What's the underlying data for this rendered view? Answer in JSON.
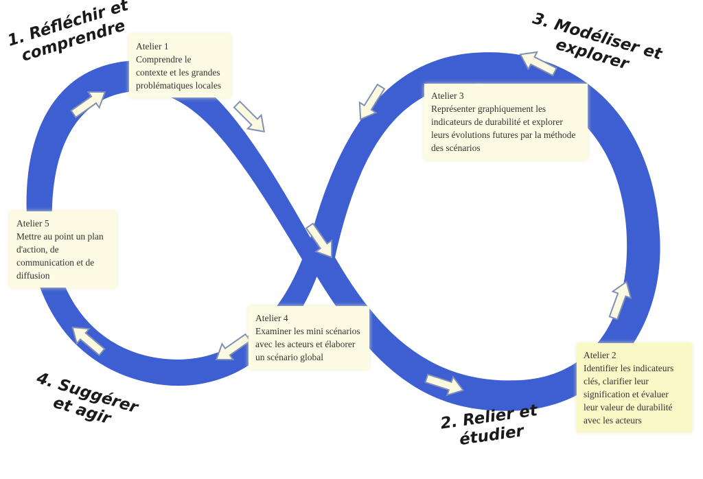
{
  "stages": {
    "stage1": {
      "line1": "1. Réfléchir et",
      "line2": "comprendre"
    },
    "stage2": {
      "line1": "2. Relier et",
      "line2": "étudier"
    },
    "stage3": {
      "line1": "3. Modéliser et",
      "line2": "explorer"
    },
    "stage4": {
      "line1": "4. Suggérer",
      "line2": "et agir"
    }
  },
  "workshops": {
    "w1": {
      "title": "Atelier 1",
      "text": "Comprendre le contexte et les grandes problématiques locales"
    },
    "w2": {
      "title": "Atelier 2",
      "text": "Identifier les indicateurs clés, clarifier leur signification et évaluer leur valeur de durabilité avec les acteurs"
    },
    "w3": {
      "title": "Atelier 3",
      "text": "Représenter graphiquement les indicateurs de durabilité et explorer leurs évolutions futures par la méthode des scénarios"
    },
    "w4": {
      "title": "Atelier 4",
      "text": "Examiner les mini scénarios avec les acteurs et élaborer un scénario global"
    },
    "w5": {
      "title": "Atelier 5",
      "text": "Mettre au point un plan d'action, de communication et de diffusion"
    }
  },
  "colors": {
    "loop": "#3d5fd1",
    "arrow_fill": "#fbf9e0",
    "arrow_stroke": "#7f8fb5",
    "box_bg": "#fdfbe4"
  },
  "icons": {
    "flow_arrow": "white-block-arrow"
  }
}
